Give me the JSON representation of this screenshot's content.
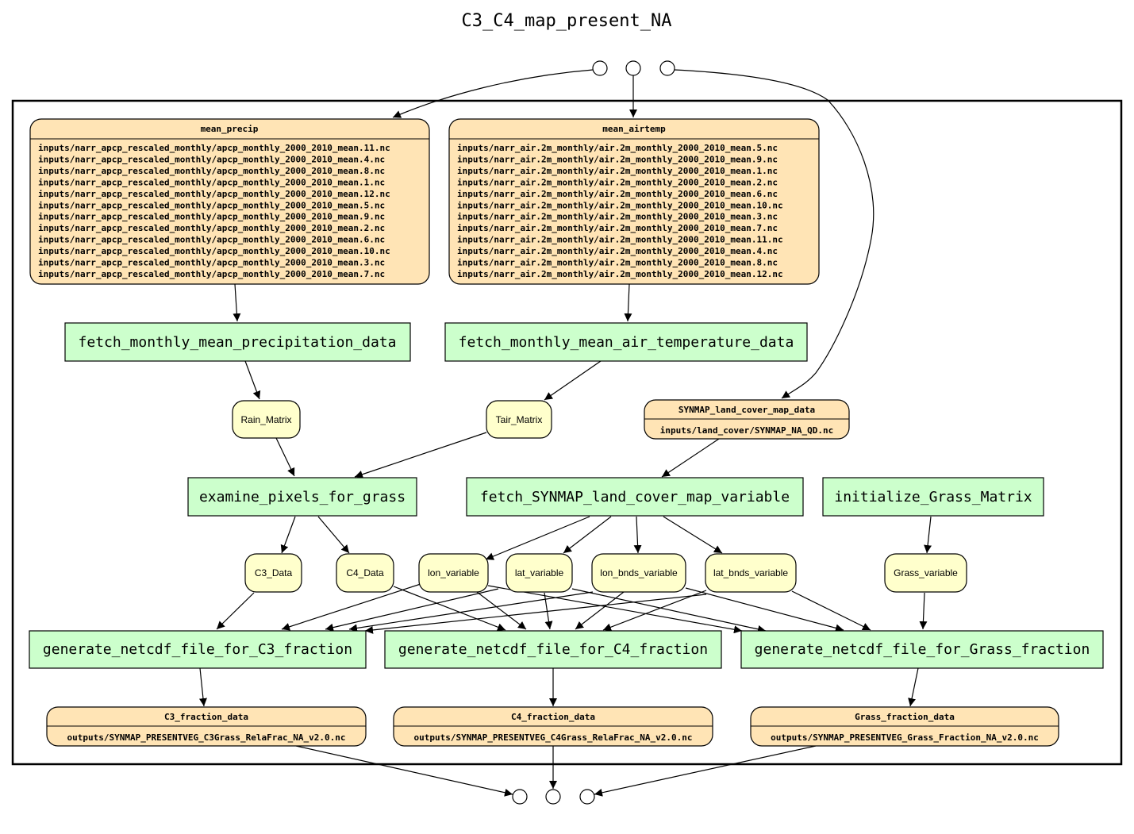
{
  "title": "C3_C4_map_present_NA",
  "programs": {
    "fetch_precip": "fetch_monthly_mean_precipitation_data",
    "fetch_airtemp": "fetch_monthly_mean_air_temperature_data",
    "examine": "examine_pixels_for_grass",
    "fetch_synmap": "fetch_SYNMAP_land_cover_map_variable",
    "init_grass": "initialize_Grass_Matrix",
    "gen_c3": "generate_netcdf_file_for_C3_fraction",
    "gen_c4": "generate_netcdf_file_for_C4_fraction",
    "gen_grass": "generate_netcdf_file_for_Grass_fraction"
  },
  "params": {
    "rain_matrix": "Rain_Matrix",
    "tair_matrix": "Tair_Matrix",
    "c3_data": "C3_Data",
    "c4_data": "C4_Data",
    "lon_variable": "lon_variable",
    "lat_variable": "lat_variable",
    "lon_bnds_variable": "lon_bnds_variable",
    "lat_bnds_variable": "lat_bnds_variable",
    "grass_variable": "Grass_variable"
  },
  "data_nodes": {
    "mean_precip": {
      "title": "mean_precip",
      "files": [
        "inputs/narr_apcp_rescaled_monthly/apcp_monthly_2000_2010_mean.11.nc",
        "inputs/narr_apcp_rescaled_monthly/apcp_monthly_2000_2010_mean.4.nc",
        "inputs/narr_apcp_rescaled_monthly/apcp_monthly_2000_2010_mean.8.nc",
        "inputs/narr_apcp_rescaled_monthly/apcp_monthly_2000_2010_mean.1.nc",
        "inputs/narr_apcp_rescaled_monthly/apcp_monthly_2000_2010_mean.12.nc",
        "inputs/narr_apcp_rescaled_monthly/apcp_monthly_2000_2010_mean.5.nc",
        "inputs/narr_apcp_rescaled_monthly/apcp_monthly_2000_2010_mean.9.nc",
        "inputs/narr_apcp_rescaled_monthly/apcp_monthly_2000_2010_mean.2.nc",
        "inputs/narr_apcp_rescaled_monthly/apcp_monthly_2000_2010_mean.6.nc",
        "inputs/narr_apcp_rescaled_monthly/apcp_monthly_2000_2010_mean.10.nc",
        "inputs/narr_apcp_rescaled_monthly/apcp_monthly_2000_2010_mean.3.nc",
        "inputs/narr_apcp_rescaled_monthly/apcp_monthly_2000_2010_mean.7.nc"
      ]
    },
    "mean_airtemp": {
      "title": "mean_airtemp",
      "files": [
        "inputs/narr_air.2m_monthly/air.2m_monthly_2000_2010_mean.5.nc",
        "inputs/narr_air.2m_monthly/air.2m_monthly_2000_2010_mean.9.nc",
        "inputs/narr_air.2m_monthly/air.2m_monthly_2000_2010_mean.1.nc",
        "inputs/narr_air.2m_monthly/air.2m_monthly_2000_2010_mean.2.nc",
        "inputs/narr_air.2m_monthly/air.2m_monthly_2000_2010_mean.6.nc",
        "inputs/narr_air.2m_monthly/air.2m_monthly_2000_2010_mean.10.nc",
        "inputs/narr_air.2m_monthly/air.2m_monthly_2000_2010_mean.3.nc",
        "inputs/narr_air.2m_monthly/air.2m_monthly_2000_2010_mean.7.nc",
        "inputs/narr_air.2m_monthly/air.2m_monthly_2000_2010_mean.11.nc",
        "inputs/narr_air.2m_monthly/air.2m_monthly_2000_2010_mean.4.nc",
        "inputs/narr_air.2m_monthly/air.2m_monthly_2000_2010_mean.8.nc",
        "inputs/narr_air.2m_monthly/air.2m_monthly_2000_2010_mean.12.nc"
      ]
    },
    "synmap": {
      "title": "SYNMAP_land_cover_map_data",
      "files": [
        "inputs/land_cover/SYNMAP_NA_QD.nc"
      ]
    },
    "c3_fraction": {
      "title": "C3_fraction_data",
      "files": [
        "outputs/SYNMAP_PRESENTVEG_C3Grass_RelaFrac_NA_v2.0.nc"
      ]
    },
    "c4_fraction": {
      "title": "C4_fraction_data",
      "files": [
        "outputs/SYNMAP_PRESENTVEG_C4Grass_RelaFrac_NA_v2.0.nc"
      ]
    },
    "grass_fraction": {
      "title": "Grass_fraction_data",
      "files": [
        "outputs/SYNMAP_PRESENTVEG_Grass_Fraction_NA_v2.0.nc"
      ]
    }
  },
  "colors": {
    "program_fill": "#ccffcc",
    "data_fill": "#ffe4b5",
    "param_fill": "#ffffcc"
  }
}
